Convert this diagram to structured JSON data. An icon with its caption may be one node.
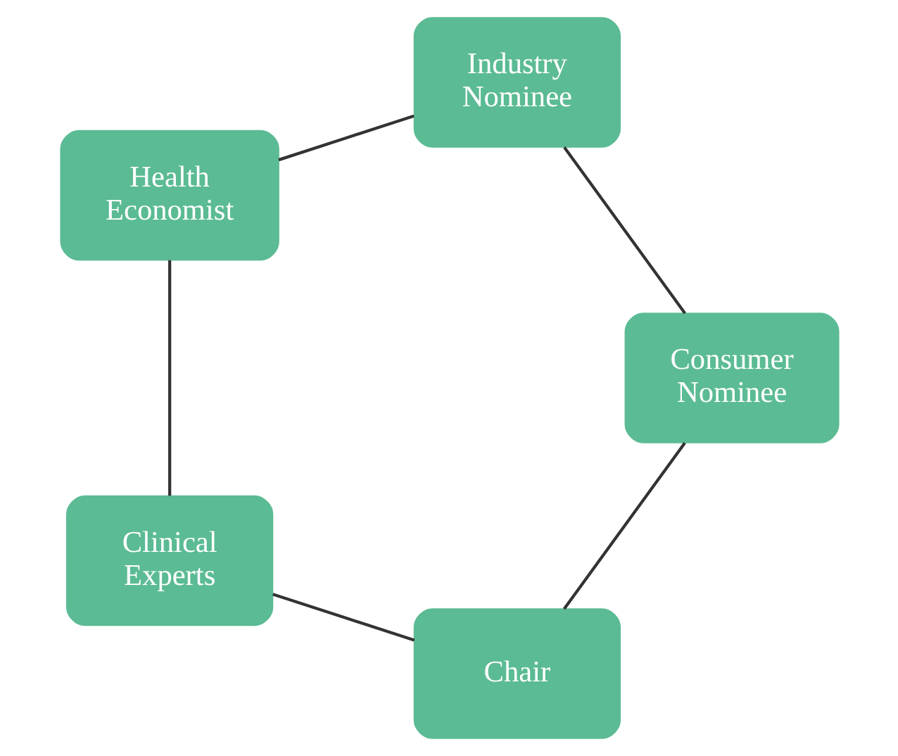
{
  "diagram": {
    "nodes": [
      {
        "text": [
          "Chair"
        ]
      },
      {
        "text": [
          "Clinical Experts"
        ]
      },
      {
        "text": [
          "Health Economist"
        ]
      },
      {
        "text": [
          "Industry Nominee"
        ]
      },
      {
        "text": [
          "Consumer Nominee"
        ]
      }
    ],
    "edges": [
      {
        "from": 0,
        "to": 1,
        "arrow": "none"
      },
      {
        "from": 1,
        "to": 2,
        "arrow": "none"
      },
      {
        "from": 2,
        "to": 3,
        "arrow": "none"
      },
      {
        "from": 3,
        "to": 4,
        "arrow": "none"
      },
      {
        "from": 4,
        "to": 0,
        "arrow": "none"
      }
    ]
  }
}
